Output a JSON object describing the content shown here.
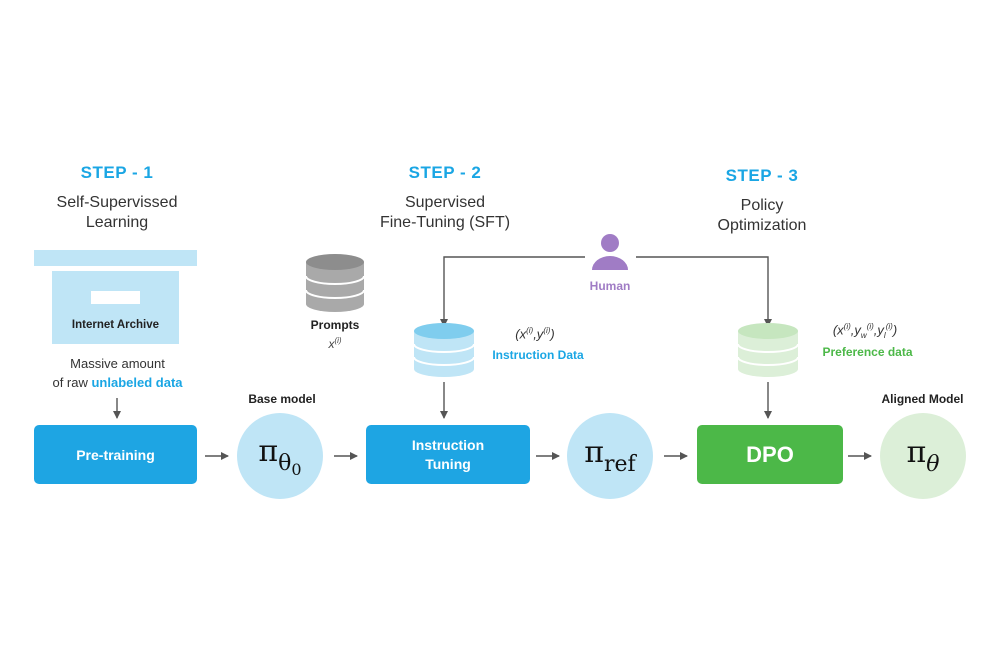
{
  "steps": [
    {
      "label": "STEP - 1",
      "title_line1": "Self-Supervissed",
      "title_line2": "Learning"
    },
    {
      "label": "STEP - 2",
      "title_line1": "Supervised",
      "title_line2": "Fine-Tuning (SFT)"
    },
    {
      "label": "STEP - 3",
      "title_line1": "Policy",
      "title_line2": "Optimization"
    }
  ],
  "internet_archive": {
    "label": "Internet Archive"
  },
  "raw_data": {
    "line1": "Massive amount",
    "line2_prefix": "of raw ",
    "line2_highlight": "unlabeled data"
  },
  "prompts": {
    "label": "Prompts",
    "symbol": "x",
    "superscript": "(i)"
  },
  "human": {
    "label": "Human"
  },
  "instruction_data": {
    "label": "Instruction Data",
    "formula_x": "(x",
    "formula_mid": ",y",
    "formula_end": ")",
    "sup": "(i)"
  },
  "preference_data": {
    "label": "Preference data",
    "formula": "(x(i),yw(i),yl(i))"
  },
  "boxes": {
    "pretraining": "Pre-training",
    "instruction_tuning_line1": "Instruction",
    "instruction_tuning_line2": "Tuning",
    "dpo": "DPO"
  },
  "models": {
    "base_label": "Base model",
    "base_symbol": "π",
    "base_sub": "θ",
    "base_subsub": "0",
    "ref_symbol": "π",
    "ref_sub": "ref",
    "aligned_label": "Aligned Model",
    "aligned_symbol": "π",
    "aligned_sub": "θ"
  },
  "colors": {
    "blue": "#1ea5e3",
    "light_blue": "#c7e9f7",
    "green": "#4cb848",
    "light_green": "#dcefd8",
    "purple": "#a07cc5",
    "gray": "#8a8a8a"
  }
}
